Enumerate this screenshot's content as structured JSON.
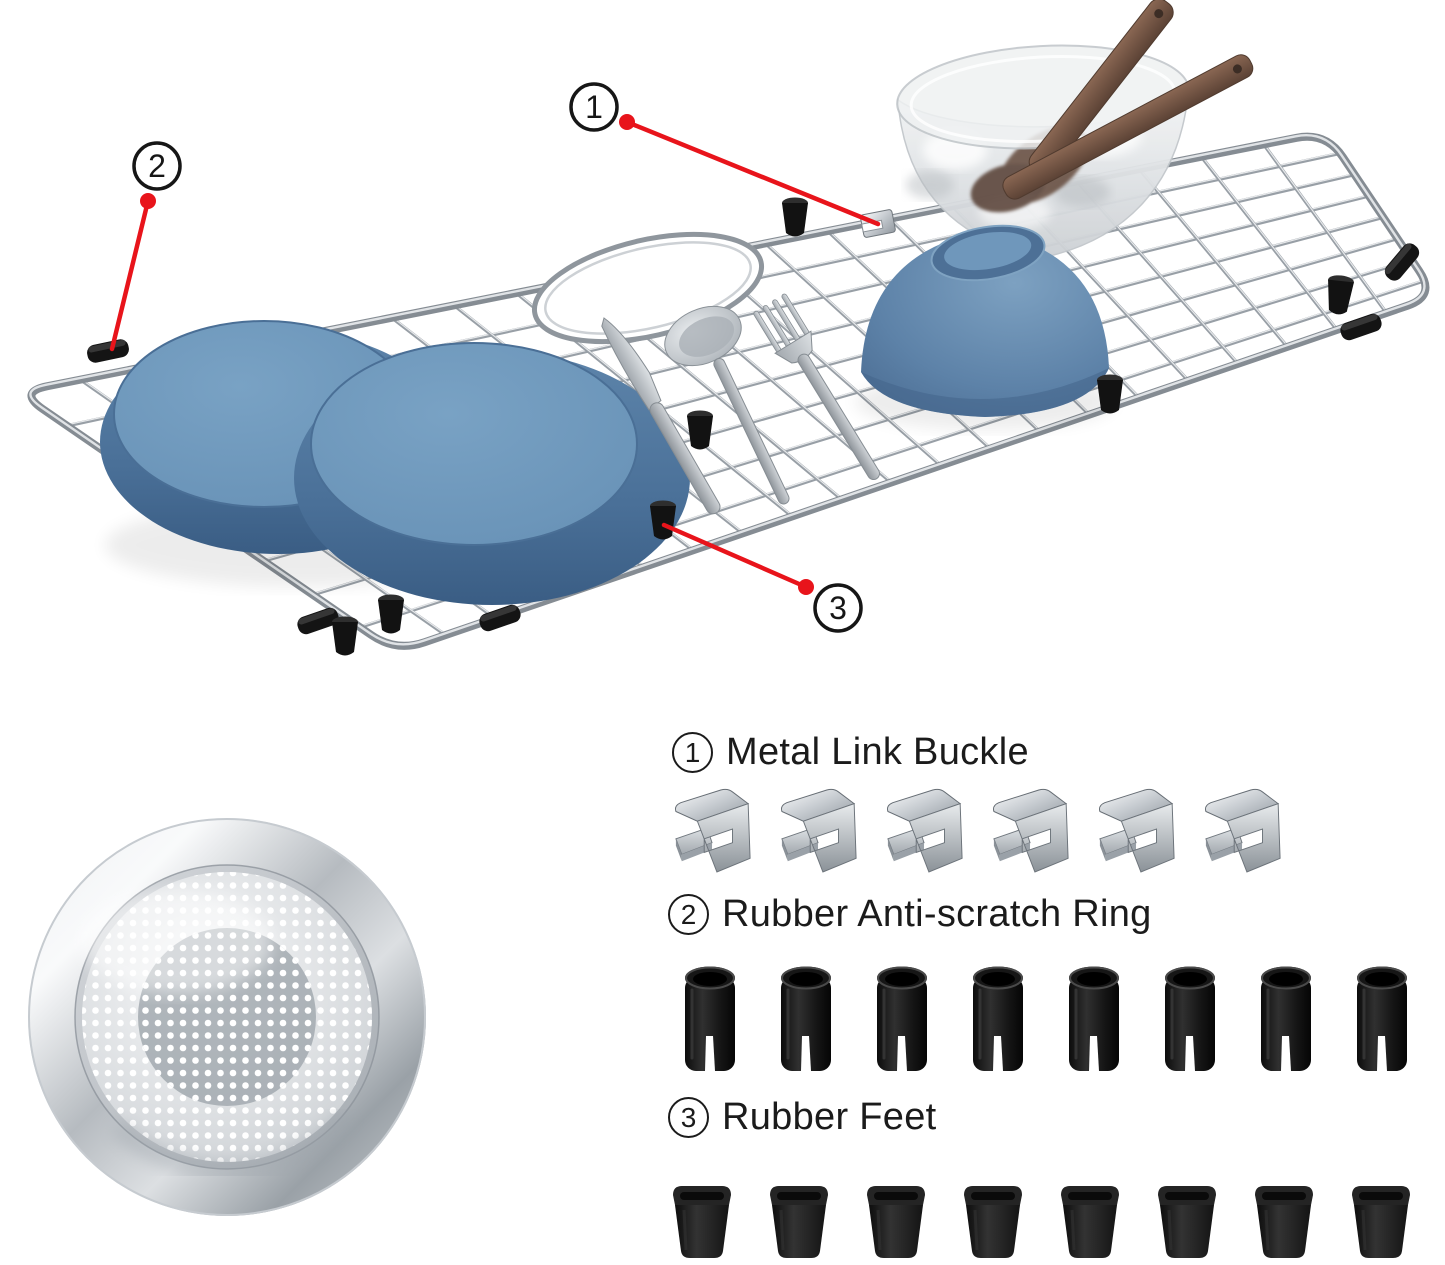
{
  "scene": {
    "callouts": [
      {
        "number": "1"
      },
      {
        "number": "2"
      },
      {
        "number": "3"
      }
    ]
  },
  "parts": [
    {
      "number": "1",
      "label": "Metal Link Buckle",
      "count": 6,
      "icon": "metal-buckle-icon"
    },
    {
      "number": "2",
      "label": "Rubber Anti-scratch Ring",
      "count": 8,
      "icon": "rubber-ring-icon"
    },
    {
      "number": "3",
      "label": "Rubber Feet",
      "count": 8,
      "icon": "rubber-foot-icon"
    }
  ],
  "colors": {
    "accent_red": "#e8141b",
    "dish_blue": "#6b94b8",
    "metal_silver": "#aab0b6",
    "rubber_black": "#161616"
  }
}
